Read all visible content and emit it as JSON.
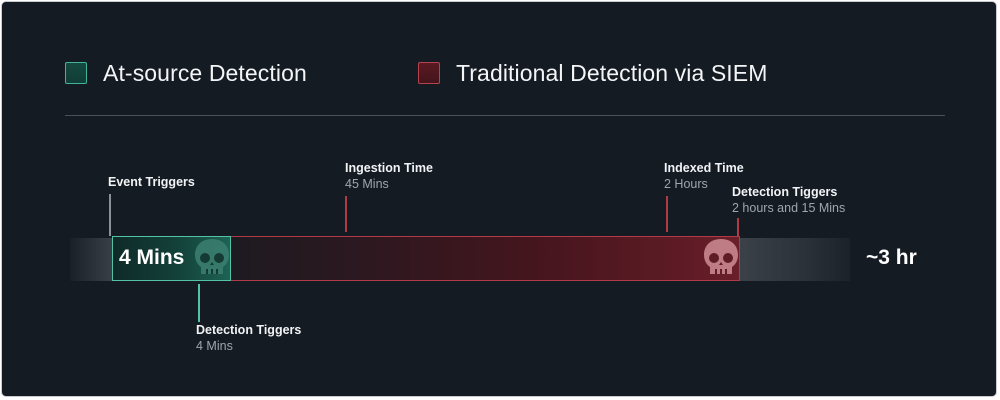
{
  "legend": [
    {
      "label": "At-source Detection",
      "color": "#41b59a"
    },
    {
      "label": "Traditional Detection via SIEM",
      "color": "#b4434f"
    }
  ],
  "events": {
    "event_triggers": {
      "title": "Event Triggers"
    },
    "ingestion": {
      "title": "Ingestion Time",
      "value": "45 Mins"
    },
    "indexed": {
      "title": "Indexed Time",
      "value": "2 Hours"
    },
    "siem_detection": {
      "title": "Detection Tiggers",
      "value": "2 hours and 15 Mins"
    },
    "source_detection": {
      "title": "Detection Tiggers",
      "value": "4 Mins"
    }
  },
  "bars": {
    "at_source_label": "4 Mins",
    "total_label": "~3 hr"
  },
  "icons": {
    "at_source": "skull-icon",
    "siem": "skull-icon"
  }
}
